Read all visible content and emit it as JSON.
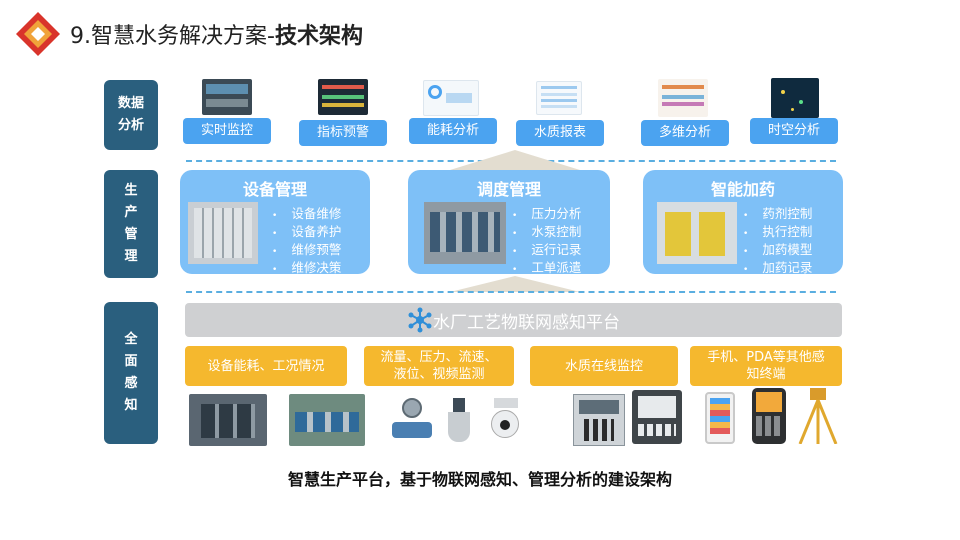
{
  "header": {
    "title_prefix": "9.智慧水务解决方案-",
    "title_bold": "技术架构"
  },
  "layers": {
    "analysis": {
      "label": [
        "数据",
        "分析"
      ],
      "items": [
        "实时监控",
        "指标预警",
        "能耗分析",
        "水质报表",
        "多维分析",
        "时空分析"
      ]
    },
    "production": {
      "label": [
        "生",
        "产",
        "管",
        "理"
      ],
      "cards": [
        {
          "title": "设备管理",
          "items": [
            "设备维修",
            "设备养护",
            "维修预警",
            "维修决策"
          ]
        },
        {
          "title": "调度管理",
          "items": [
            "压力分析",
            "水泵控制",
            "运行记录",
            "工单派遣"
          ]
        },
        {
          "title": "智能加药",
          "items": [
            "药剂控制",
            "执行控制",
            "加药模型",
            "加药记录"
          ]
        }
      ]
    },
    "perception": {
      "label": [
        "全",
        "面",
        "感",
        "知"
      ],
      "platform": "水厂工艺物联网感知平台",
      "boxes": [
        {
          "line1": "设备能耗、工况情况",
          "line2": ""
        },
        {
          "line1": "流量、压力、流速、",
          "line2": "液位、视频监测"
        },
        {
          "line1": "水质在线监控",
          "line2": ""
        },
        {
          "line1": "手机、PDA等其他感",
          "line2": "知终端"
        }
      ]
    }
  },
  "caption": "智慧生产平台，基于物联网感知、管理分析的建设架构",
  "colors": {
    "side": "#2a5f7e",
    "button": "#4ba3f0",
    "card": "#7ec0f7",
    "yellow": "#f5b82e",
    "platform": "#cfd0d2"
  },
  "icons": {
    "logo": "diamond-logo-icon",
    "platform": "network-hub-icon"
  }
}
